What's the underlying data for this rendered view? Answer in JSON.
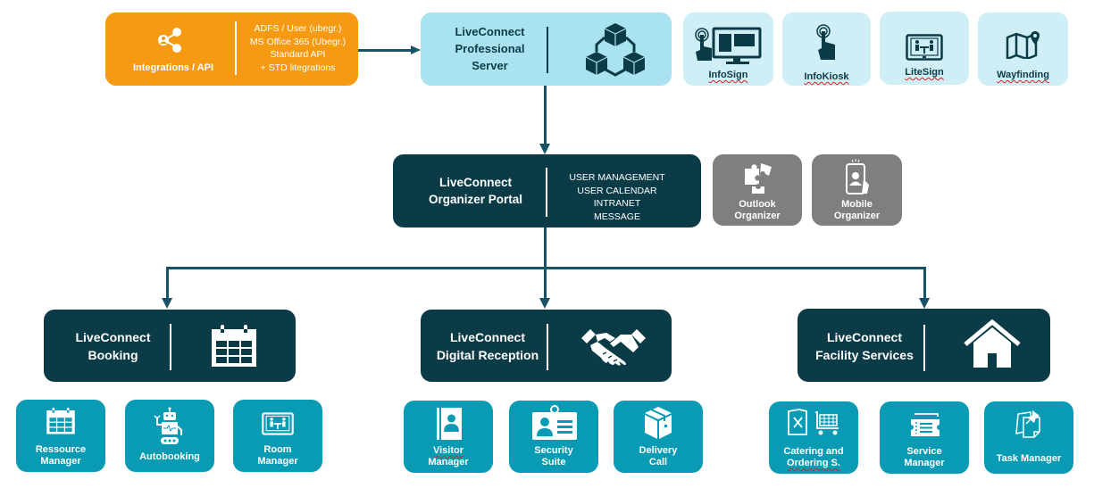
{
  "diagram": {
    "integrations": {
      "title": "Integrations / API",
      "icon": "share-icon",
      "lines": [
        "ADFS / User (ubegr.)",
        "MS Office 365 (Ubegr.)",
        "Standard API",
        "+ STD litegrations"
      ],
      "color": "#f59a12"
    },
    "server": {
      "title_lines": [
        "LiveConnect",
        "Professional",
        "Server"
      ],
      "icon": "cubes-network-icon",
      "color": "#a9e3ef"
    },
    "signage": [
      {
        "label": "InfoSign",
        "icon": "touch-screen-icon"
      },
      {
        "label": "InfoKiosk",
        "icon": "touch-hand-icon"
      },
      {
        "label": "LiteSign",
        "icon": "meeting-tablet-icon"
      },
      {
        "label": "Wayfinding",
        "icon": "map-pin-icon"
      }
    ],
    "portal": {
      "title_lines": [
        "LiveConnect",
        "Organizer Portal"
      ],
      "features": [
        "USER MANAGEMENT",
        "USER CALENDAR",
        "INTRANET",
        "MESSAGE"
      ],
      "color": "#0b3b47"
    },
    "organizers": [
      {
        "label_lines": [
          "Outlook",
          "Organizer"
        ],
        "icon": "puzzle-icon"
      },
      {
        "label_lines": [
          "Mobile",
          "Organizer"
        ],
        "icon": "smartphone-user-icon"
      }
    ],
    "modules": [
      {
        "title_lines": [
          "LiveConnect",
          "Booking"
        ],
        "icon": "calendar-icon",
        "children": [
          {
            "label_lines": [
              "Ressource",
              "Manager"
            ],
            "icon": "calendar-icon"
          },
          {
            "label_lines": [
              "Autobooking"
            ],
            "icon": "robot-icon"
          },
          {
            "label_lines": [
              "Room",
              "Manager"
            ],
            "icon": "meeting-tablet-icon"
          }
        ]
      },
      {
        "title_lines": [
          "LiveConnect",
          "Digital Reception"
        ],
        "icon": "handshake-icon",
        "children": [
          {
            "label_lines": [
              "Visitor",
              "Manager"
            ],
            "icon": "contact-book-icon"
          },
          {
            "label_lines": [
              "Security",
              "Suite"
            ],
            "icon": "id-badge-icon"
          },
          {
            "label_lines": [
              "Delivery",
              "Call"
            ],
            "icon": "package-icon"
          }
        ]
      },
      {
        "title_lines": [
          "LiveConnect",
          "Facility Services"
        ],
        "icon": "house-icon",
        "children": [
          {
            "label_lines": [
              "Catering and",
              "Ordering S."
            ],
            "icon": "menu-cart-icon"
          },
          {
            "label_lines": [
              "Service",
              "Manager"
            ],
            "icon": "ticket-icon"
          },
          {
            "label_lines": [
              "Task Manager"
            ],
            "icon": "pinned-notes-icon"
          }
        ]
      }
    ],
    "colors": {
      "dark": "#0b3b47",
      "teal": "#0a9bb4",
      "grey": "#7f7f7f",
      "pale": "#cfeef5",
      "connector": "#175366"
    }
  }
}
